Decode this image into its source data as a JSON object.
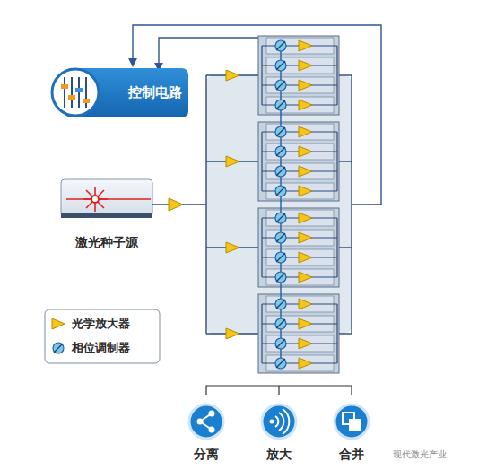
{
  "diagram": {
    "nodes": [
      {
        "text": [
          "控制电路"
        ]
      },
      {
        "text": [
          "激光种子源"
        ]
      },
      {
        "text": [
          "分离"
        ]
      },
      {
        "text": [
          "放大"
        ]
      },
      {
        "text": [
          "合并"
        ]
      }
    ],
    "labels": [
      "现代激光产业"
    ],
    "legend": [
      {
        "text": "光学放大器"
      },
      {
        "text": "相位调制器"
      }
    ]
  }
}
